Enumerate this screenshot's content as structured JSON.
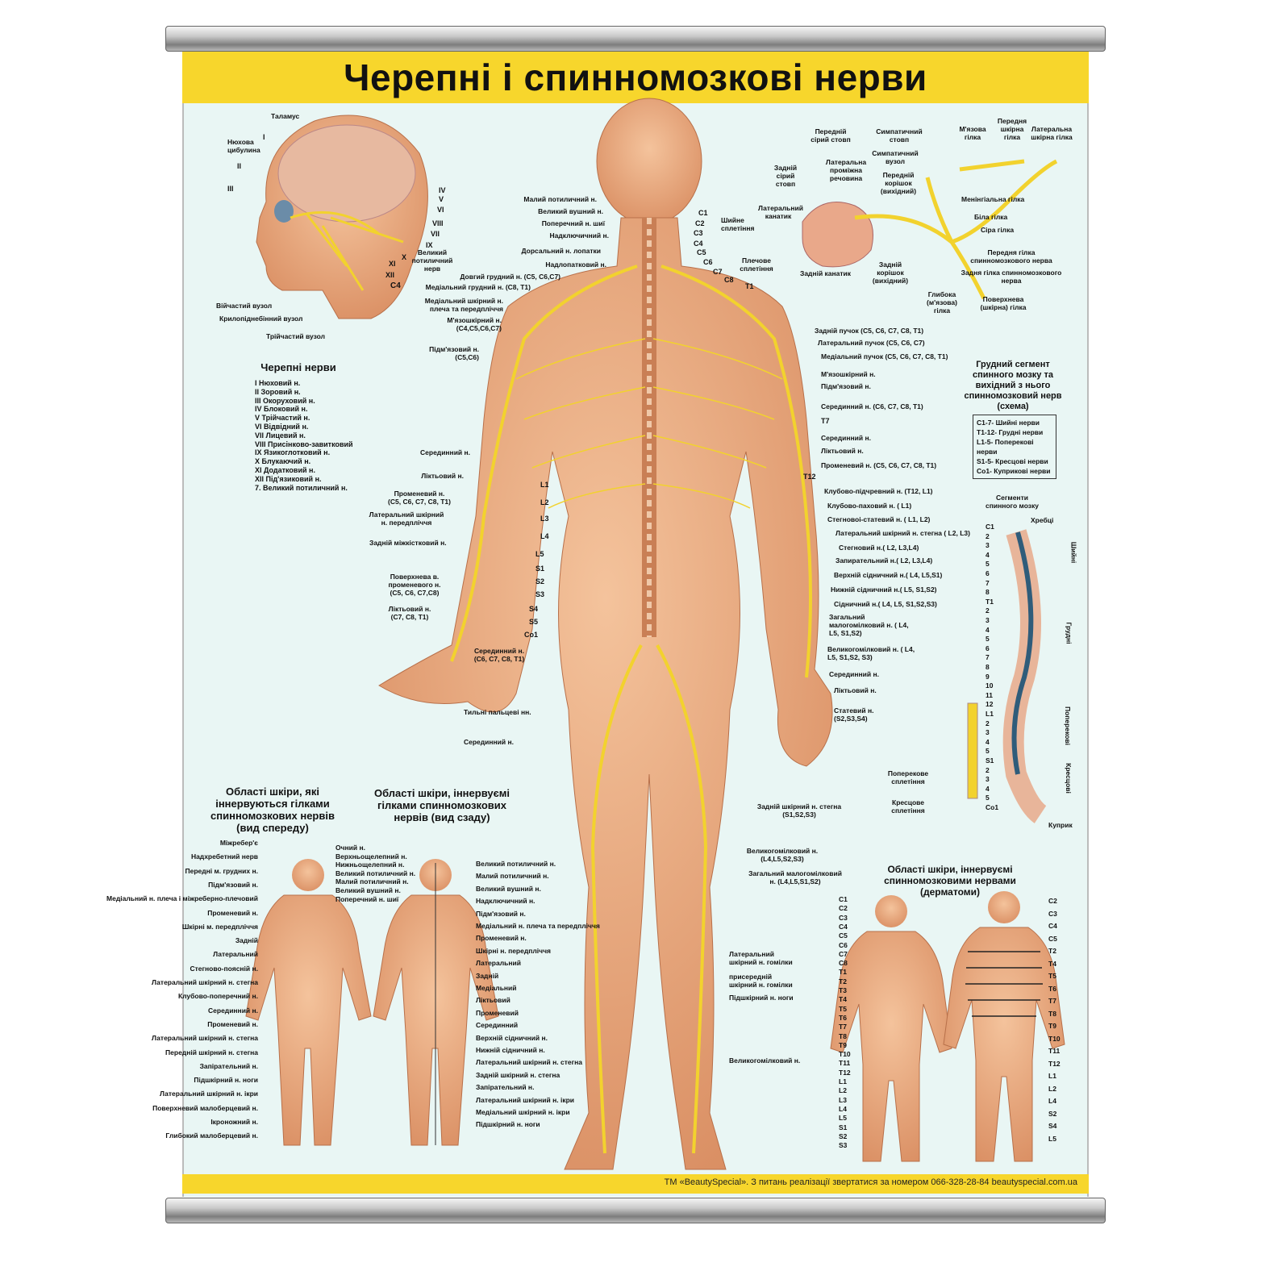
{
  "title": "Черепні і спинномозкові нерви",
  "footer": "ТМ «BeautySpecial». З питань реалізації звертатися за номером 066-328-28-84  beautyspecial.com.ua",
  "colors": {
    "banner": "#f7d62c",
    "background": "#e9f6f4",
    "skin": "#e9a77a",
    "nerve": "#f2d22e"
  },
  "head_labels": {
    "thalamus": "Таламус",
    "olfactory_bulb": "Нюхова цибулина",
    "roman": [
      "I",
      "II",
      "III",
      "IV",
      "V",
      "VI",
      "VIII",
      "VII",
      "IX",
      "X",
      "XI",
      "XII"
    ],
    "great_occipital": "Великий потиличний нерв",
    "c4": "C4",
    "ciliary": "Війчастий вузол",
    "pterygopalatine": "Крилопіднебінний вузол",
    "trigeminal": "Трійчастий вузол"
  },
  "cranial": {
    "heading": "Черепні нерви",
    "items": [
      "I  Нюховий н.",
      "II  Зоровий н.",
      "III  Окоруховий н.",
      "IV  Блоковий н.",
      "V  Трійчастий н.",
      "VI  Відвідний н.",
      "VII  Лицевий н.",
      "VIII  Присінково-завитковий",
      "IX  Язикоглотковий н.",
      "X  Блукаючий н.",
      "XI  Додатковий н.",
      "XII  Під'язиковий н.",
      "7. Великий потиличний н."
    ]
  },
  "left_labels": [
    "Малий потиличний н.",
    "Великий вушний н.",
    "Поперечний н. шиї",
    "Надключичний н.",
    "Дорсальний н. лопатки",
    "Надлопатковий н.",
    "Довгий грудний н. (C5, C6,C7)",
    "Медіальний грудний н. (C8, T1)",
    "Медіальний шкірний н. плеча та передпліччя",
    "М'язошкірний н. (C4,C5,C6,C7)",
    "Підм'язовий н. (C5,C6)",
    "Серединний н.",
    "Ліктьовий н.",
    "Променевий н. (C5, C6, C7, C8, T1)",
    "Латеральний шкірний н. передпліччя",
    "Задній міжкістковий н.",
    "Поверхнева в. променевого н. (C5, C6, C7,C8)",
    "Ліктьовий н. (C7, C8, T1)",
    "Серединний н. (C6, C7, C8, T1)",
    "Тильні пальцеві нн.",
    "Серединний н."
  ],
  "spine_levels": [
    "C1",
    "C2",
    "C3",
    "C4",
    "C5",
    "C6",
    "C7",
    "C8",
    "T1",
    "T7",
    "T12",
    "L1",
    "L2",
    "L3",
    "L4",
    "L5",
    "S1",
    "S2",
    "S3",
    "S4",
    "S5",
    "Co1"
  ],
  "cervical_plexus": "Шийне сплетіння",
  "brachial_plexus": "Плечове сплетіння",
  "right_labels": [
    "Задній пучок (C5, C6, C7, C8, T1)",
    "Латеральний пучок (C5, C6, C7)",
    "Медіальний пучок (C5, C6, C7, C8, T1)",
    "М'язошкірний н.",
    "Підм'язовий н.",
    "Серединний н. (C6, C7, C8, T1)",
    "Серединний н.",
    "Ліктьовий н.",
    "Променевий н. (C5, C6, C7, C8, T1)",
    "Клубово-підчревний н. (T12, L1)",
    "Клубово-паховий н. ( L1)",
    "Стегновоі-статевий н. ( L1, L2)",
    "Латеральний шкірний н. стегна ( L2, L3)",
    "Стегновий н.( L2, L3,L4)",
    "Запирательний н.( L2, L3,L4)",
    "Верхній сідничний н.( L4, L5,S1)",
    "Нижній сідничний н.( L5, S1,S2)",
    "Сідничний н.( L4, L5, S1,S2,S3)",
    "Загальний малогомілковий н. ( L4, L5, S1,S2)",
    "Великогомілковий н. ( L4, L5, S1,S2, S3)",
    "Серединний н.",
    "Ліктьовий н.",
    "Статевий н. (S2,S3,S4)"
  ],
  "leg_labels": [
    "Задній шкірний н. стегна (S1,S2,S3)",
    "Великогомілковий н. (L4,L5,S2,S3)",
    "Загальний малогомілковий н. (L4,L5,S1,S2)",
    "Латеральний шкірний н. гомілки",
    "присередній шкірний н. гомілки",
    "Підшкірний н. ноги",
    "Великогомілковий н."
  ],
  "spinal_segment": {
    "labels": [
      "Передній сірий стовп",
      "Симпатичний стовп",
      "М'язова гілка",
      "Передня шкірна гілка",
      "Латеральна шкірна гілка",
      "Задній сірий стовп",
      "Латеральна проміжна речовина",
      "Симпатичний вузол",
      "Передній корішок (вихідний)",
      "Латеральний канатик",
      "Менінгіальна гілка",
      "Біла гілка",
      "Сіра гілка",
      "Передня гілка спинномозкового нерва",
      "Задня гілка спинномозкового нерва",
      "Задній корішок (вихідний)",
      "Задній канатик",
      "Глибока (м'язова) гілка",
      "Поверхнева (шкірна) гілка"
    ]
  },
  "thoracic_segment": {
    "heading": "Грудний сегмент спинного мозку та вихідний з нього спинномозковий нерв (схема)",
    "legend": [
      "C1-7- Шийні нерви",
      "T1-12- Грудні нерви",
      "L1-5- Поперекові нерви",
      "S1-5- Кресцові нерви",
      "Co1- Куприкові нерви"
    ]
  },
  "spine_column": {
    "segments_label": "Сегменти спинного мозку",
    "vertebrae_label": "Хребці",
    "regions": [
      "Шийні",
      "Грудні",
      "Поперекові",
      "Кресцові"
    ],
    "numbers": [
      "C1",
      "2",
      "3",
      "4",
      "5",
      "6",
      "7",
      "8",
      "T1",
      "2",
      "3",
      "4",
      "5",
      "6",
      "7",
      "8",
      "9",
      "10",
      "11",
      "12",
      "L1",
      "2",
      "3",
      "4",
      "5",
      "S1",
      "2",
      "3",
      "4",
      "5",
      "Co1"
    ],
    "lumbar_plexus": "Поперекове сплетіння",
    "sacral_plexus": "Кресцове сплетіння",
    "coccyx": "Куприк"
  },
  "skin_front": {
    "heading": "Області шкіри, які іннервуються гілками спинномозкових нервів (вид спереду)",
    "left": [
      "Міжребер'є",
      "Надхребетний нерв",
      "Передні м. грудних н.",
      "Підм'язовий н.",
      "Медіальний н. плеча і міжреберно-плечовий",
      "Променевий н.",
      "Шкірні м. передпліччя",
      "Задній",
      "Латеральний",
      "Стегново-поясній н.",
      "Латеральний шкірний н. стегна",
      "Клубово-поперечний н.",
      "Серединний н.",
      "Променевий н.",
      "Латеральний шкірний н. стегна",
      "Передній шкірний н. стегна",
      "Запірательний н.",
      "Підшкірний н. ноги",
      "Латеральний шкірний н. ікри",
      "Поверхневий малоберцевий н.",
      "Ікроножний н.",
      "Глибокий малоберцевий н."
    ],
    "right": [
      "Очний н.",
      "Верхньощелепний н.",
      "Нижньощелепний н.",
      "Великий потиличний н.",
      "Малий потиличний н.",
      "Великий вушний н.",
      "Поперечний н. шиї"
    ]
  },
  "skin_back": {
    "heading": "Області шкіри, іннервуємі гілками спинномозкових нервів (вид сзаду)",
    "right": [
      "Великий потиличний н.",
      "Малий потиличний н.",
      "Великий вушний н.",
      "Надключичний н.",
      "Підм'язовий н.",
      "Медіальний н. плеча та передпліччя",
      "Променевий н.",
      "Шкірні н. передпліччя",
      "Латеральний",
      "Задній",
      "Медіальний",
      "Ліктьовий",
      "Променевий",
      "Серединний",
      "Верхній сідничний н.",
      "Нижній сідничний н.",
      "Латеральний шкірний н. стегна",
      "Задній шкірний н. стегна",
      "Запірательний н.",
      "Латеральний шкірний н. ікри",
      "Медіальний шкірний н. ікри",
      "Підшкірний н. ноги"
    ]
  },
  "dermatomes": {
    "heading": "Області шкіри, іннервуємі спинномозковими нервами (дерматоми)",
    "front_marks": [
      "C1",
      "C2",
      "C3",
      "C4",
      "C5",
      "C6",
      "C7",
      "C8",
      "T1",
      "T2",
      "T3",
      "T4",
      "T5",
      "T6",
      "T7",
      "T8",
      "T9",
      "T10",
      "T11",
      "T12",
      "L1",
      "L2",
      "L3",
      "L4",
      "L5",
      "S1",
      "S2",
      "S3"
    ],
    "back_marks": [
      "C2",
      "C3",
      "C4",
      "C5",
      "T2",
      "T4",
      "T5",
      "T6",
      "T7",
      "T8",
      "T9",
      "T10",
      "T11",
      "T12",
      "L1",
      "L2",
      "L4",
      "S2",
      "S4",
      "L5"
    ]
  }
}
